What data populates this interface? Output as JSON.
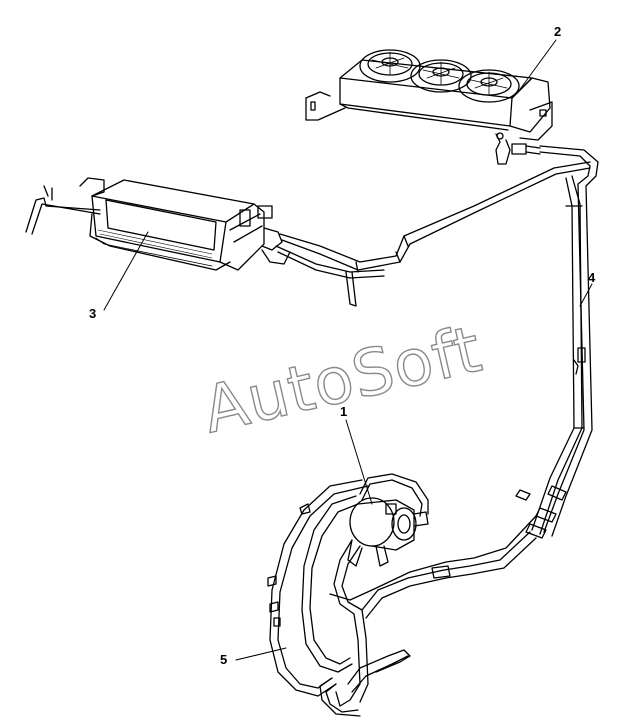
{
  "watermark": {
    "text": "AutoSoft",
    "color": "#8a8a8a"
  },
  "callouts": [
    {
      "id": "1",
      "label": "1"
    },
    {
      "id": "2",
      "label": "2"
    },
    {
      "id": "3",
      "label": "3"
    },
    {
      "id": "4",
      "label": "4"
    },
    {
      "id": "5",
      "label": "5"
    }
  ],
  "colors": {
    "line": "#000000",
    "background": "#ffffff"
  }
}
